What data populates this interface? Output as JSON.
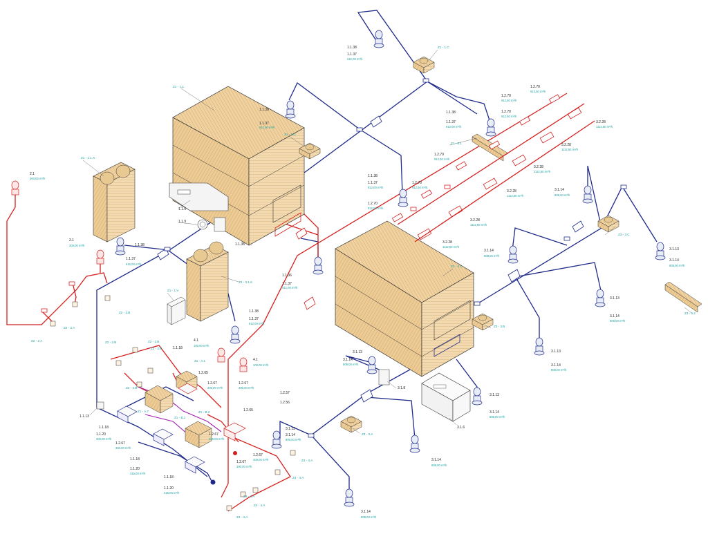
{
  "colors": {
    "supply_duct": "#1e2a8a",
    "exhaust_duct": "#d42020",
    "pipe": "#a020b0",
    "flow_text": "#1aa3a3",
    "unit_fill": "#f0d2a0",
    "unit_hatch": "#c79a60"
  },
  "units": {
    "z1_11": "Z1 - 1.1",
    "z3_31": "Z3 - 3.1",
    "z1_11x": "Z1 - 1.1.X",
    "z2_316": "Z2 - 3.1.6",
    "z1_1v": "Z1 - 1.V",
    "z1_1g": "Z1 - 1.G",
    "z1_1c": "Z1 - 1.C",
    "z1_51": "Z1 - 5.1",
    "z3_3c": "Z3 - 3.C",
    "z3_3b": "Z3 - 3.B",
    "z3_3a": "Z3 - 3.A",
    "z3_52": "Z3 - 5.2",
    "u_316": "3.1.6",
    "u_119": "1.1.9",
    "u_116": "1.1.6",
    "u_318": "3.1.8",
    "u_113": "1.1.13",
    "z1_a1": "Z1 - A.1",
    "z1_b1": "Z1 - B.1",
    "z1_a7": "Z1 - A.7",
    "z1_b2": "Z1 - B.2"
  },
  "terminals": {
    "t_1138_a": "1.1.38",
    "t_1137_a": "1.1.37",
    "f_912_a": "912,00 m³/h",
    "t_1138_b": "1.1.38",
    "t_1137_b": "1.1.37",
    "f_912_b": "912,00 m³/h",
    "t_1138_c": "1.1.38",
    "t_1137_c": "1.1.37",
    "f_912_c": "912,00 m³/h",
    "t_1138_d": "1.1.38",
    "t_1137_d": "1.1.37",
    "f_912_d": "912,00 m³/h",
    "t_1136_e": "1.1.36",
    "t_1137_e": "1.1.37",
    "f_912_e": "912,00 m³/h",
    "t_1138_f": "1.1.38",
    "t_1137_f": "1.1.37",
    "f_912_f": "912,00 m³/h",
    "t_1138_g": "1.1.38",
    "t_1137_g": "1.1.37",
    "f_912_g": "912,00 m³/h",
    "t_1138_h": "1.1.38",
    "t_21_a": "2.1",
    "f_300_a": "300,00 m³/h",
    "t_21_b": "2.1",
    "f_300_b": "300,00 m³/h",
    "t_41_a": "4.1",
    "f_100_a": "100,00 m³/h",
    "t_41_b": "4.1",
    "f_100_b": "100,00 m³/h",
    "t_3114_a": "3.1.14",
    "f_808_a": "808,00 m³/h",
    "t_3114_b": "3.1.14",
    "f_808_b": "808,00 m³/h",
    "t_3113_c": "3.1.13",
    "t_3114_c": "3.1.14",
    "f_808_c": "808,00 m³/h",
    "t_3113_d": "3.1.13",
    "t_3114_d": "3.1.14",
    "f_808_d": "808,00 m³/h",
    "t_3113_e": "3.1.13",
    "t_3114_e": "3.1.14",
    "f_808_e": "808,00 m³/h",
    "t_3113_f": "3.1.13",
    "t_3114_f": "3.1.14",
    "f_808_f": "808,00 m³/h",
    "t_3113_g": "3.1.13",
    "t_3114_g": "3.1.14",
    "f_808_g": "808,00 m³/h",
    "t_3113_h": "3.1.13",
    "t_3114_h": "3.1.14",
    "f_808_h": "808,00 m³/h",
    "t_3114_i": "3.1.14",
    "f_808_i": "808,00 m³/h",
    "t_3114_j": "3.1.14",
    "f_808_j": "808,00 m³/h",
    "t_1270_a": "1.2.70",
    "f_912_50_a": "912,50 m³/h",
    "t_1270_b": "1.2.70",
    "f_912_50_b": "912,50 m³/h",
    "t_1270_c": "1.2.70",
    "f_912_50_c": "912,50 m³/h",
    "t_1270_d": "1.2.70",
    "f_912_50_d": "912,50 m³/h",
    "t_1270_e": "1.2.70",
    "f_912_50_e": "912,50 m³/h",
    "t_1270_f": "1.2.70",
    "f_912_50_f": "912,50 m³/h",
    "t_3228_a": "3.2.28",
    "f_1112_a": "1112,50 m³/h",
    "t_3228_b": "3.2.28",
    "f_1112_b": "1112,50 m³/h",
    "t_3228_c": "3.2.28",
    "f_1112_c": "1112,50 m³/h",
    "t_3228_d": "3.2.28",
    "f_1112_d": "1112,50 m³/h",
    "t_3228_e": "3.2.28",
    "f_1112_e": "1112,50 m³/h",
    "t_3228_f": "3.2.28",
    "f_1112_f": "1112,50 m³/h",
    "t_1118_a": "1.1.18",
    "t_1118_b": "1.1.18",
    "t_1120_b": "1.1.20",
    "f_300_c": "300,00 m³/h",
    "t_1118_c": "1.1.18",
    "t_1120_c": "1.1.20",
    "f_315_a": "315,00 m³/h",
    "t_1118_d": "1.1.18",
    "t_1120_d": "1.1.20",
    "f_315_b": "315,00 m³/h",
    "t_1265_a": "1.2.65",
    "t_1267_a": "1.2.67",
    "f_300_d": "300,00 m³/h",
    "t_1267_b": "1.2.67",
    "f_300_e": "300,00 m³/h",
    "t_1257": "1.2.57",
    "t_1256": "1.2.56",
    "t_1265_b": "1.2.65",
    "t_1267_c": "1.2.67",
    "f_300_f": "300,00 m³/h",
    "t_1267_d": "1.2.67",
    "f_300_g": "300,00 m³/h",
    "t_1267_e": "1.2.67",
    "f_300_h": "300,00 m³/h",
    "t_1267_f": "1.2.67",
    "f_300_i": "300,00 m³/h"
  },
  "tags": {
    "z2_2a": "Z2 - 2.A",
    "z2_2a_b": "Z2 - 2.A",
    "z2_2b": "Z2 - 2.B",
    "z2_2b_b": "Z2 - 2.B",
    "z2_2b_c": "Z2 - 2.B",
    "z2_2b_d": "Z2 - 2.B",
    "z2_2b_e": "Z2 - 2.B",
    "z4_4a_a": "Z4 - 4.A",
    "z4_4a_b": "Z4 - 4.A",
    "z4_4a_c": "Z4 - 4.A",
    "z4_4a_d": "Z4 - 4.A",
    "z4_4a_e": "Z4 - 4.A"
  }
}
